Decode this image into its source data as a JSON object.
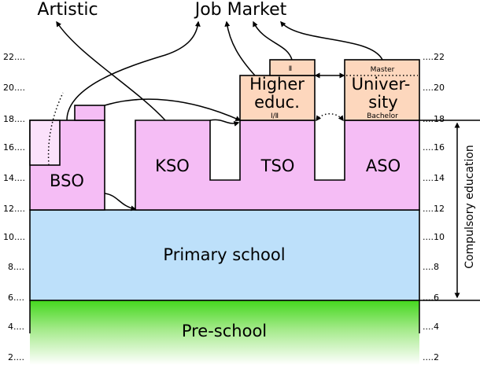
{
  "labels": {
    "artistic": "Artistic",
    "job_market": "Job Market",
    "bso": "BSO",
    "kso": "KSO",
    "tso": "TSO",
    "aso": "ASO",
    "higher_educ_line1": "Higher",
    "higher_educ_line2": "educ.",
    "university_line1": "Univer-",
    "university_line2": "sity",
    "master": "Master",
    "bachelor": "Bachelor",
    "hbo_top": "Ⅱ",
    "hbo_bottom": "Ⅰ/Ⅱ",
    "primary_school": "Primary school",
    "pre_school": "Pre-school",
    "compulsory_education": "Compulsory education"
  },
  "age_ticks_left": [
    "22....",
    "20....",
    "18....",
    "16....",
    "14....",
    "12....",
    "10....",
    "8....",
    "6....",
    "4....",
    "2...."
  ],
  "age_ticks_right": [
    "....22",
    "....20",
    "....18",
    "....16",
    "....14",
    "....12",
    "....10",
    "....8",
    "....6",
    "....4",
    "....2"
  ],
  "colors": {
    "secondary": "#f5bdf5",
    "bso_upper": "#fbe2fb",
    "primary": "#bde0fa",
    "preschool_top": "#44d71e",
    "higher": "#fdd7bd"
  }
}
